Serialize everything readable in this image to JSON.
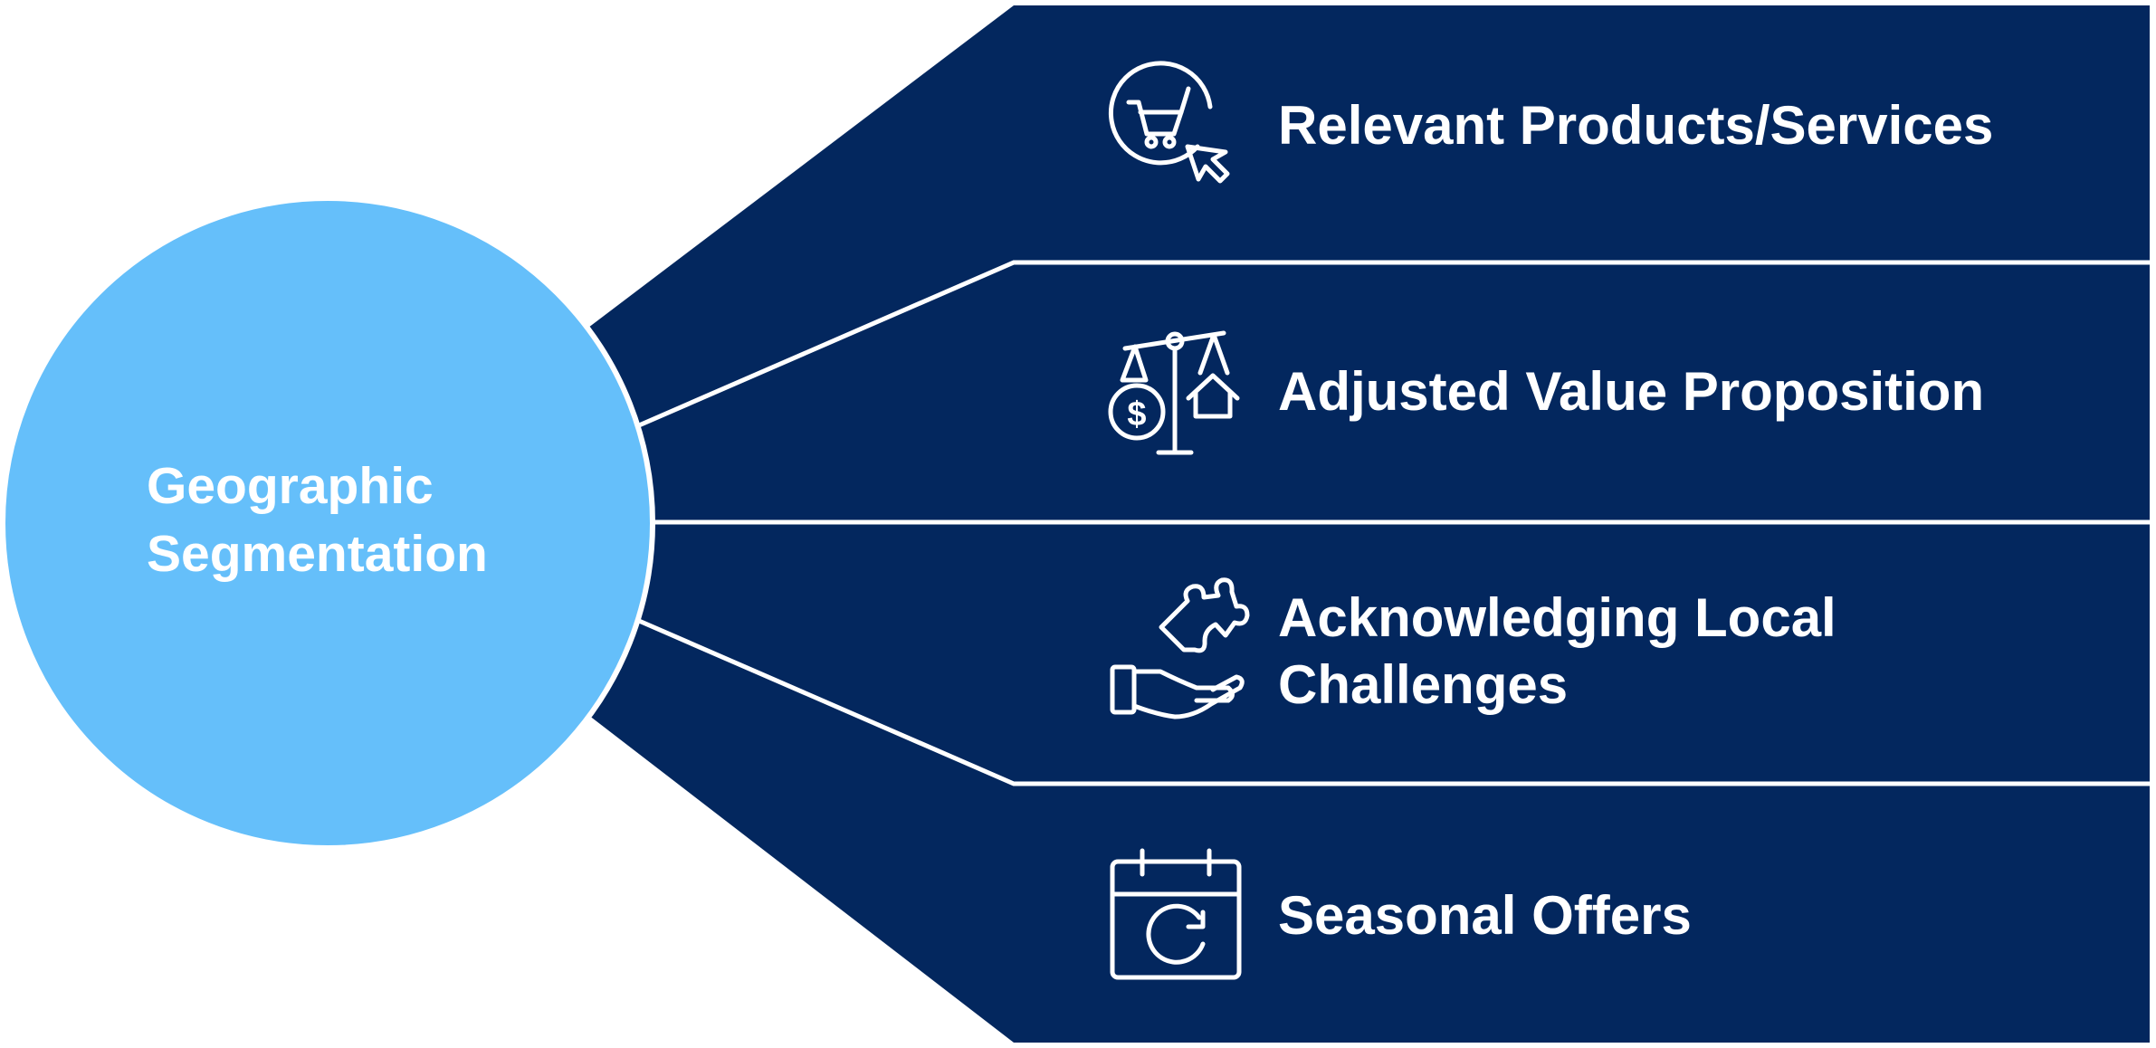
{
  "center": {
    "title_line1": "Geographic",
    "title_line2": "Segmentation"
  },
  "items": [
    {
      "label_line1": "Relevant Products/Services",
      "label_line2": "",
      "icon": "shopping-cart-cursor-icon"
    },
    {
      "label_line1": "Adjusted Value Proposition",
      "label_line2": "",
      "icon": "balance-scale-icon"
    },
    {
      "label_line1": "Acknowledging Local",
      "label_line2": "Challenges",
      "icon": "hand-puzzle-icon"
    },
    {
      "label_line1": "Seasonal Offers",
      "label_line2": "",
      "icon": "calendar-refresh-icon"
    }
  ],
  "colors": {
    "panel": "#03275e",
    "circle": "#65bffa",
    "divider": "#ffffff",
    "text": "#ffffff"
  }
}
